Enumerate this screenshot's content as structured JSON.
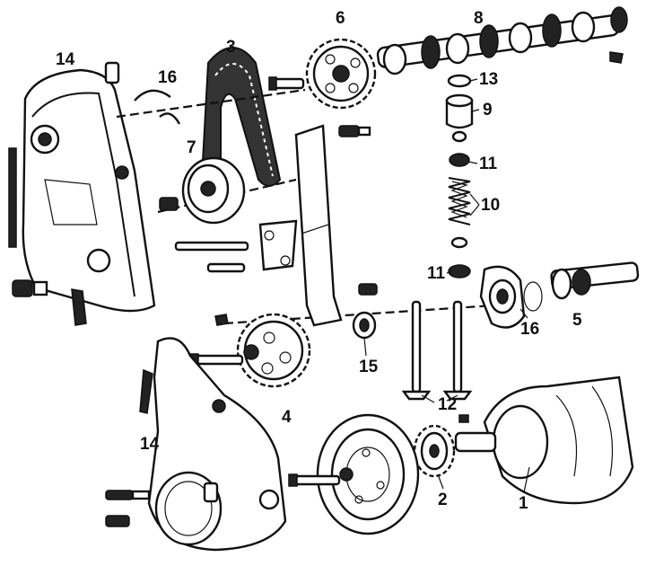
{
  "callouts": {
    "c1": "1",
    "c2": "2",
    "c3": "3",
    "c4": "4",
    "c5": "5",
    "c6": "6",
    "c7": "7",
    "c8": "8",
    "c9": "9",
    "c10": "10",
    "c11a": "11",
    "c11b": "11",
    "c12": "12",
    "c13": "13",
    "c14a": "14",
    "c14b": "14",
    "c15": "15",
    "c16a": "16",
    "c16b": "16"
  },
  "colors": {
    "ink": "#111111",
    "paper": "#ffffff"
  }
}
